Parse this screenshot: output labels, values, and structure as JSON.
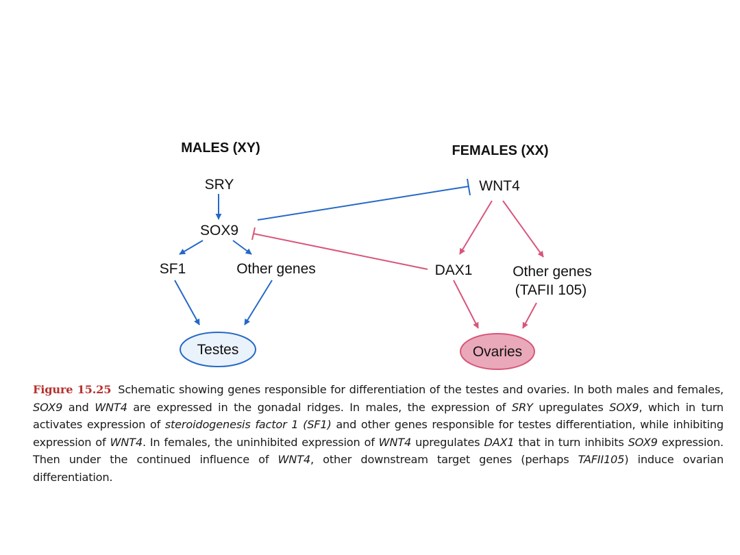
{
  "colors": {
    "male": "#2468c6",
    "female": "#d8557a",
    "testes_fill": "#eaf2fc",
    "ovaries_fill": "#e9a9ba",
    "figure_label": "#b5322f"
  },
  "headers": {
    "males": "MALES (XY)",
    "females": "FEMALES (XX)"
  },
  "nodes": {
    "sry": "SRY",
    "sox9": "SOX9",
    "sf1": "SF1",
    "other_genes_male": "Other genes",
    "testes": "Testes",
    "wnt4": "WNT4",
    "dax1": "DAX1",
    "other_genes_female_line1": "Other genes",
    "other_genes_female_line2": "(TAFII 105)",
    "ovaries": "Ovaries"
  },
  "edges": [
    {
      "from": "SRY",
      "to": "SOX9",
      "type": "activates"
    },
    {
      "from": "SOX9",
      "to": "SF1",
      "type": "activates"
    },
    {
      "from": "SOX9",
      "to": "Other genes",
      "type": "activates"
    },
    {
      "from": "SF1",
      "to": "Testes",
      "type": "activates"
    },
    {
      "from": "Other genes",
      "to": "Testes",
      "type": "activates"
    },
    {
      "from": "SOX9",
      "to": "WNT4",
      "type": "inhibits"
    },
    {
      "from": "WNT4",
      "to": "DAX1",
      "type": "activates"
    },
    {
      "from": "WNT4",
      "to": "Other genes (TAFII 105)",
      "type": "activates"
    },
    {
      "from": "DAX1",
      "to": "SOX9",
      "type": "inhibits"
    },
    {
      "from": "DAX1",
      "to": "Ovaries",
      "type": "activates"
    },
    {
      "from": "Other genes (TAFII 105)",
      "to": "Ovaries",
      "type": "activates"
    }
  ],
  "caption": {
    "label": "Figure 15.25",
    "segments": [
      {
        "t": "Schematic showing genes responsible for differentiation of the testes and ovaries. In both males and females, ",
        "i": false
      },
      {
        "t": "SOX9",
        "i": true
      },
      {
        "t": " and ",
        "i": false
      },
      {
        "t": "WNT4",
        "i": true
      },
      {
        "t": " are expressed in the gonadal ridges. In males, the expression of ",
        "i": false
      },
      {
        "t": "SRY",
        "i": true
      },
      {
        "t": " upregulates ",
        "i": false
      },
      {
        "t": "SOX9",
        "i": true
      },
      {
        "t": ", which in turn activates expression of ",
        "i": false
      },
      {
        "t": "steroidogenesis factor 1 (SF1)",
        "i": true
      },
      {
        "t": " and other genes responsible for testes differentiation, while inhibiting expression of ",
        "i": false
      },
      {
        "t": "WNT4",
        "i": true
      },
      {
        "t": ". In females, the uninhibited expression of ",
        "i": false
      },
      {
        "t": "WNT4",
        "i": true
      },
      {
        "t": " upregulates ",
        "i": false
      },
      {
        "t": "DAX1",
        "i": true
      },
      {
        "t": " that in turn inhibits ",
        "i": false
      },
      {
        "t": "SOX9",
        "i": true
      },
      {
        "t": " expression. Then under the continued influence of ",
        "i": false
      },
      {
        "t": "WNT4",
        "i": true
      },
      {
        "t": ", other downstream target genes (perhaps ",
        "i": false
      },
      {
        "t": "TAFII105",
        "i": true
      },
      {
        "t": ") induce ovarian differentiation.",
        "i": false
      }
    ]
  }
}
